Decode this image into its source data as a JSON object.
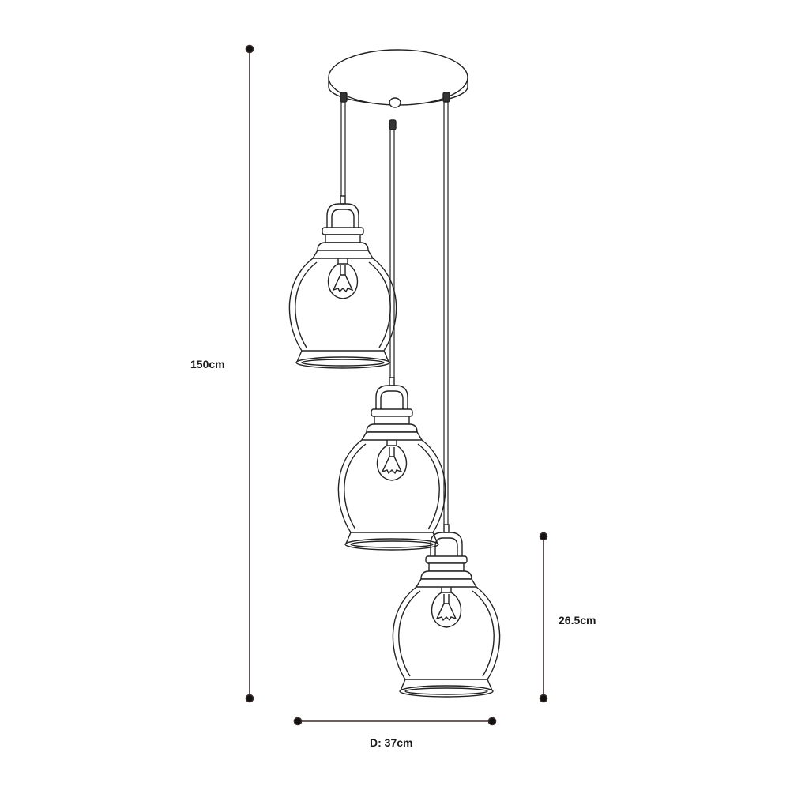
{
  "dimensions": {
    "total_height": "150cm",
    "shade_height": "26.5cm",
    "diameter": "D: 37cm"
  },
  "colors": {
    "line": "#222222",
    "dimension_line": "#3a2a2a"
  }
}
